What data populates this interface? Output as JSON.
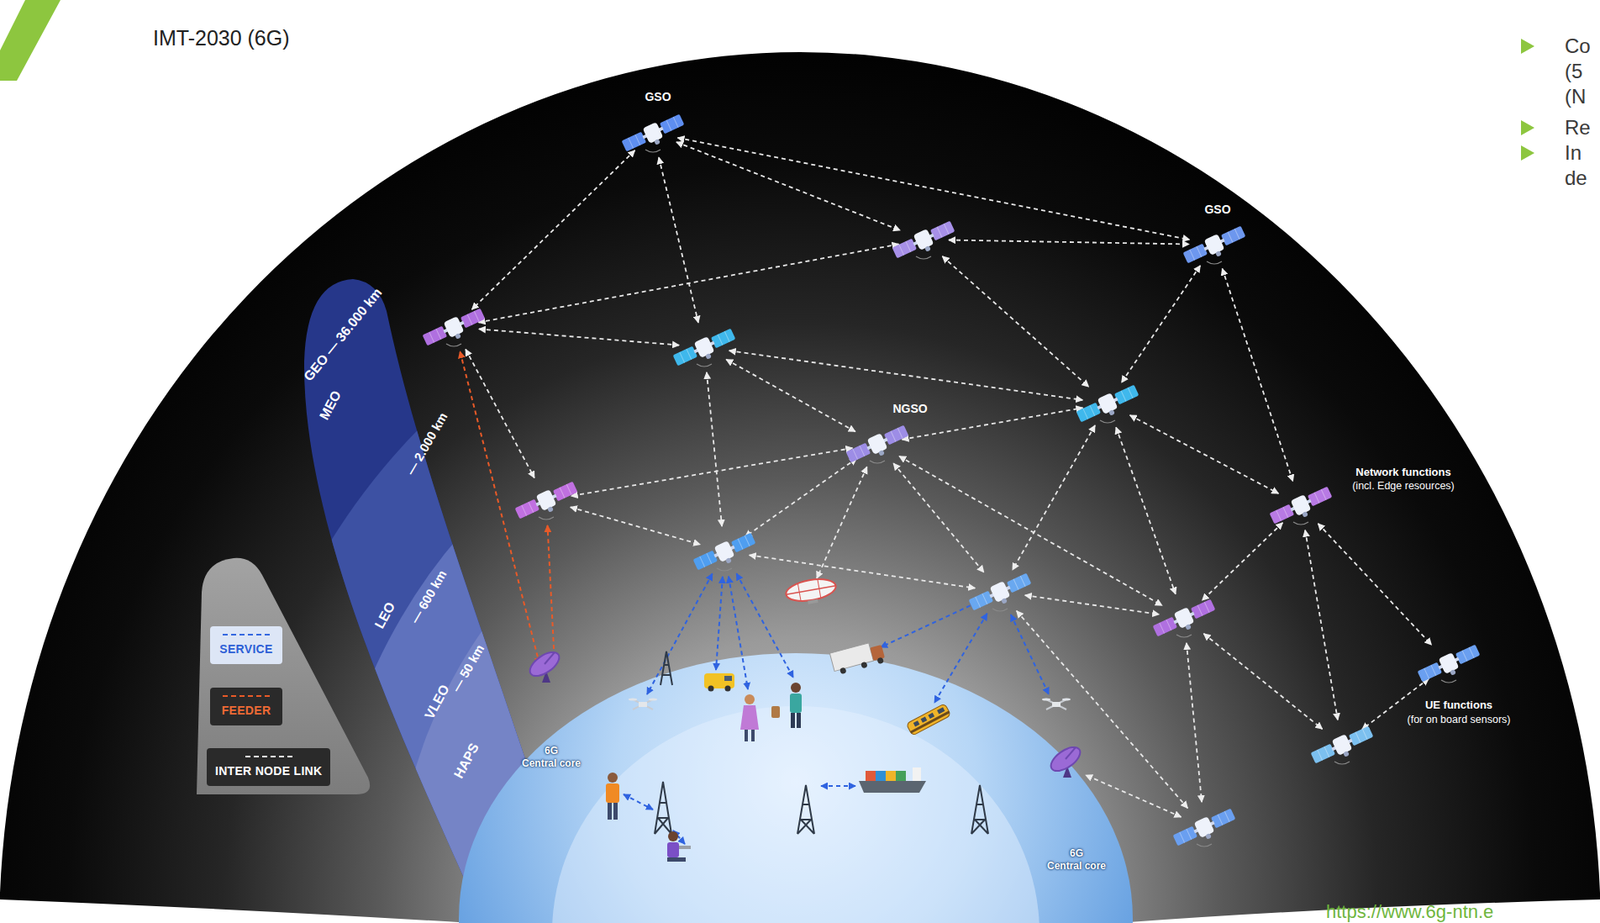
{
  "diagram": {
    "title": "IMT-2030 (6G)",
    "labels": [
      "GSO",
      "GSO",
      "GEO — 36.000 km",
      "MEO",
      "— 2.000 km",
      "NGSO",
      "Network functions",
      "(incl. Edge resources)",
      "LEO",
      "— 600 km",
      "VLEO",
      "— 50 km",
      "UE functions",
      "(for on board sensors)",
      "HAPS",
      "6G",
      "Central core",
      "6G",
      "Central core",
      "Co (5 (N",
      "Re",
      "In de",
      "https://www.6g-ntn.e"
    ],
    "legend": [
      {
        "text": "SERVICE"
      },
      {
        "text": "FEEDER"
      },
      {
        "text": "INTER NODE LINK"
      }
    ]
  }
}
